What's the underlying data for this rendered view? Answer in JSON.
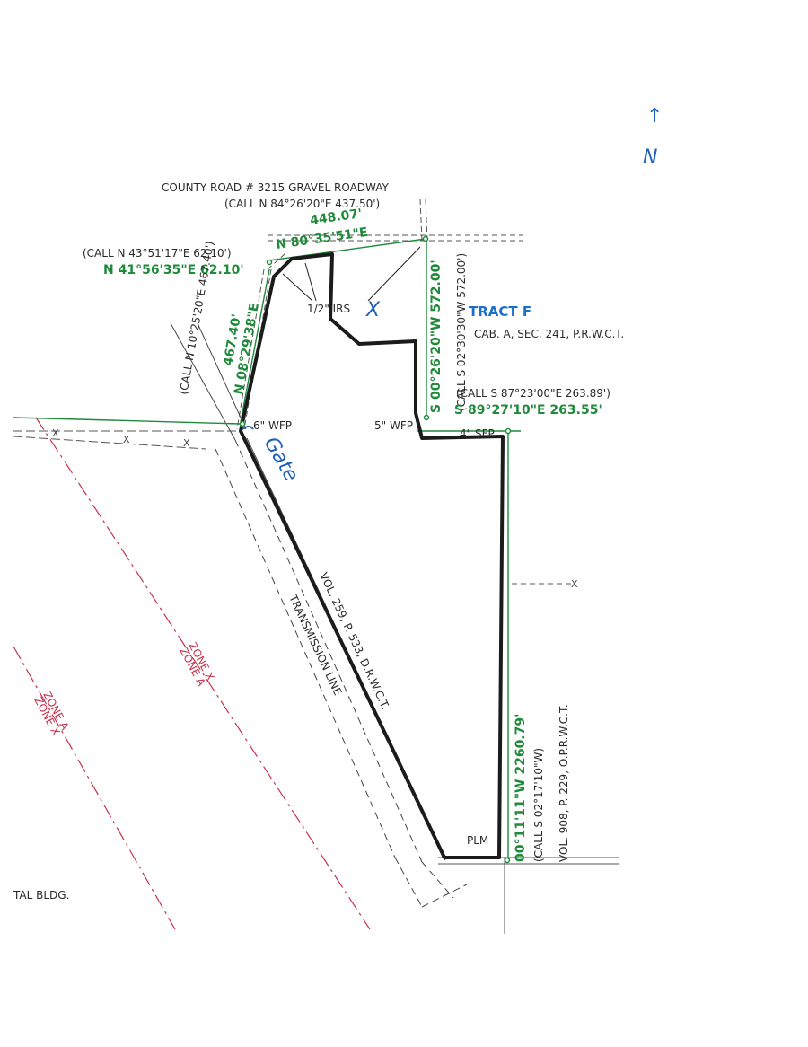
{
  "road": {
    "name": "COUNTY ROAD # 3215  GRAVEL ROADWAY",
    "call": "(CALL N 84°26'20\"E 437.50')",
    "distance": "448.07'",
    "bearing": "N 80°35'51\"E"
  },
  "northwest_line": {
    "call": "(CALL N 43°51'17\"E 62.10')",
    "bearing": "N 41°56'35\"E 62.10'"
  },
  "west_line": {
    "call": "(CALL N 10°25'20\"E 467.40')",
    "distance": "467.40'",
    "bearing": "N 08°29'38\"E"
  },
  "east_line_north": {
    "bearing": "S 00°26'20\"W 572.00'",
    "call": "(CALL S 02°30'30\"W 572.00')"
  },
  "tract": {
    "name": "TRACT F",
    "reference": "CAB. A, SEC. 241, P.R.W.C.T."
  },
  "south_line": {
    "call": "(CALL S 87°23'00\"E 263.89')",
    "bearing": "S 89°27'10\"E 263.55'"
  },
  "east_line_south": {
    "bearing": "00°11'11\"W 2260.79'",
    "call": "(CALL S 02°17'10\"W)",
    "volume": "VOL. 908, P. 229, O.P.R.W.C.T."
  },
  "monuments": {
    "irs": "1/2\" IRS",
    "wfp_west": "6\" WFP",
    "wfp_east": "5\" WFP",
    "sfp": "4\" SFP",
    "plm": "PLM"
  },
  "transmission": {
    "volume": "VOL. 259, P. 533, D.R.W.C.T.",
    "line": "TRANSMISSION LINE"
  },
  "zones": {
    "zone_x": "ZONE X",
    "zone_a": "ZONE A"
  },
  "fence_mark": "X",
  "building": "TAL BLDG.",
  "handwritten": {
    "north_arrow": "↑",
    "north": "N",
    "gate": "Gate",
    "x_mark": "X"
  },
  "colors": {
    "green": "#1f8a3a",
    "blue": "#1e6fc8",
    "red": "#c8324b",
    "boundary": "#1b1b1b"
  }
}
